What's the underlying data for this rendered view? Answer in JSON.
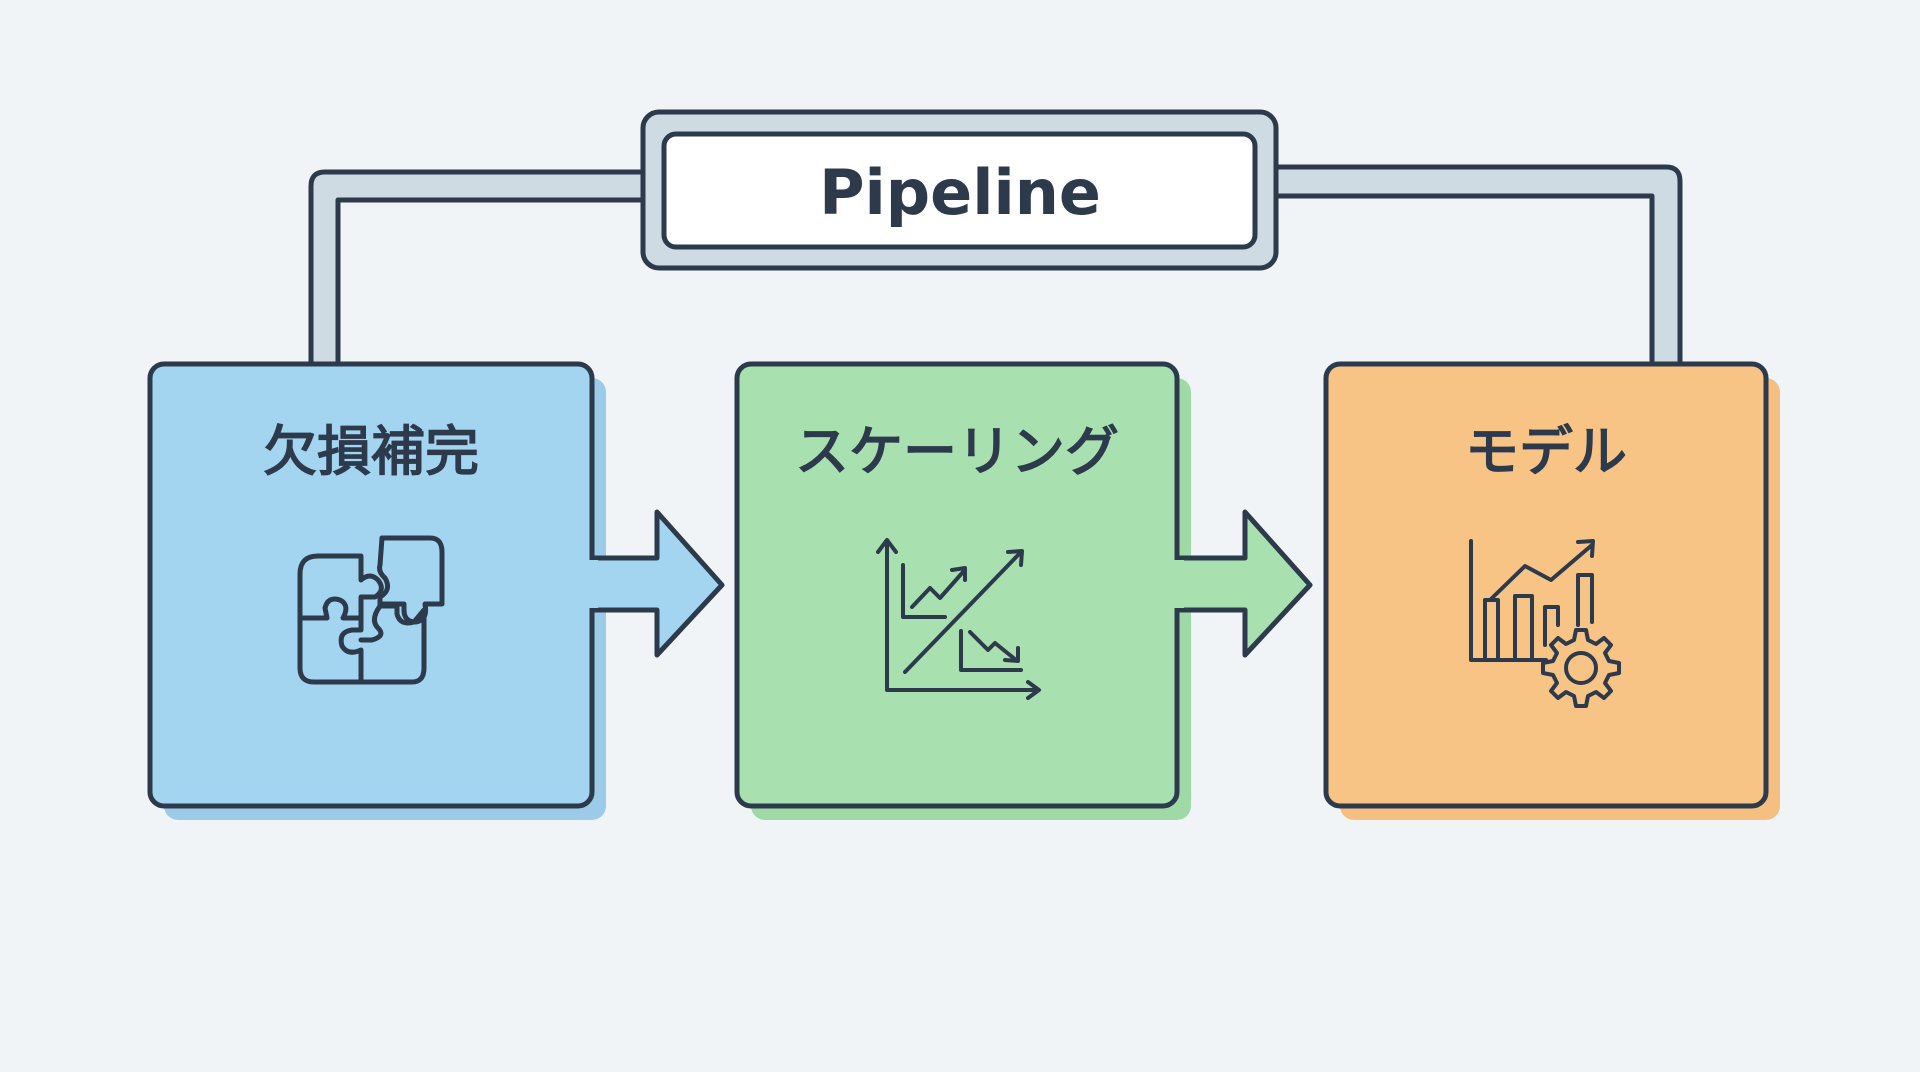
{
  "title": "Pipeline",
  "colors": {
    "background": "#f0f4f6",
    "stroke": "#2c3a4b",
    "pipe_fill": "#cfdbe3",
    "title_fill": "#ffffff"
  },
  "steps": [
    {
      "label": "欠損補完",
      "icon": "puzzle-icon",
      "fill": "#a3d5f0",
      "shadow": "#9ccbe9"
    },
    {
      "label": "スケーリング",
      "icon": "scaling-chart-icon",
      "fill": "#a9e0b0",
      "shadow": "#9fd9a6"
    },
    {
      "label": "モデル",
      "icon": "model-chart-gear-icon",
      "fill": "#f8c486",
      "shadow": "#f5bf82"
    }
  ],
  "connections": [
    {
      "from": "欠損補完",
      "to": "スケーリング"
    },
    {
      "from": "スケーリング",
      "to": "モデル"
    }
  ]
}
